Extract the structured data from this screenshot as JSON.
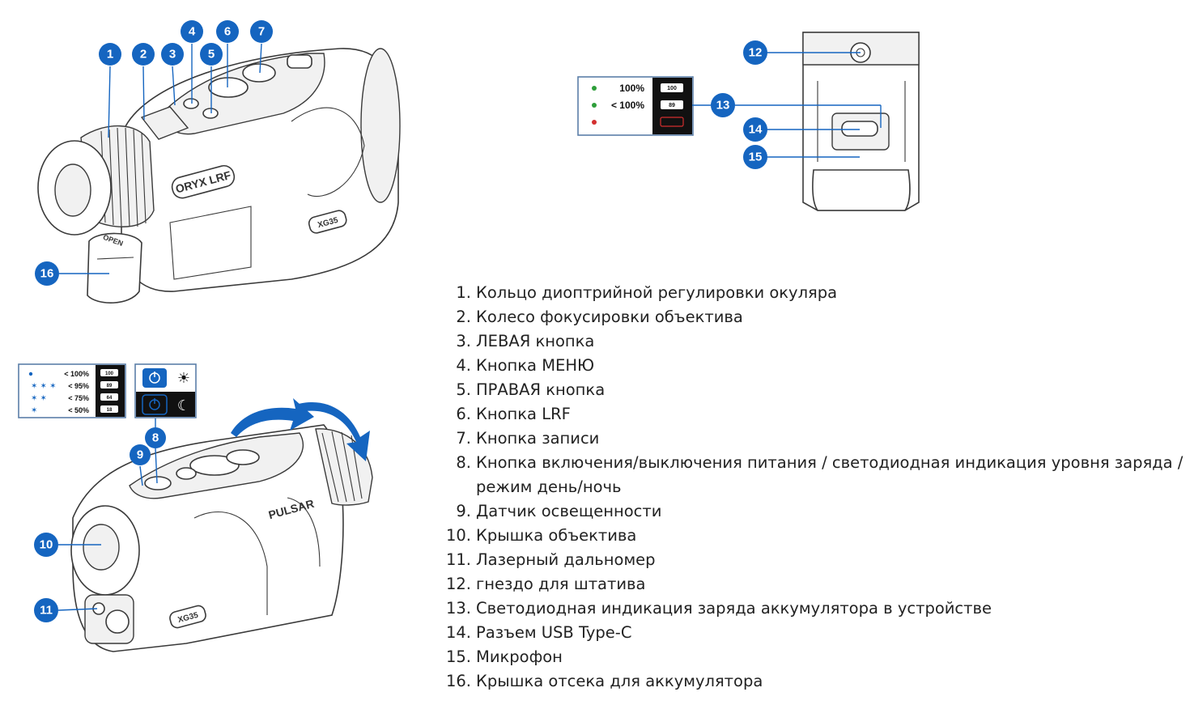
{
  "callouts": {
    "c1": "1",
    "c2": "2",
    "c3": "3",
    "c4": "4",
    "c5": "5",
    "c6": "6",
    "c7": "7",
    "c8": "8",
    "c9": "9",
    "c10": "10",
    "c11": "11",
    "c12": "12",
    "c13": "13",
    "c14": "14",
    "c15": "15",
    "c16": "16"
  },
  "device_labels": {
    "model_top": "ORYX LRF",
    "model_code_top": "XG35",
    "open_label": "OPEN",
    "brand": "PULSAR",
    "model_code_bottom": "XG35"
  },
  "battery_indicator_internal": {
    "rows": [
      {
        "label": "100%",
        "badge": "100",
        "led": "#2e9e3a"
      },
      {
        "label": "< 100%",
        "badge": "89",
        "led": "#2e9e3a"
      },
      {
        "label": "",
        "badge": "",
        "led": "#d32f2f"
      }
    ]
  },
  "battery_indicator_external": {
    "rows": [
      {
        "label": "< 100%",
        "badge": "100"
      },
      {
        "label": "< 95%",
        "badge": "89"
      },
      {
        "label": "< 75%",
        "badge": "64"
      },
      {
        "label": "< 50%",
        "badge": "18"
      }
    ]
  },
  "colors": {
    "accent": "#1565c0",
    "led_green": "#2e9e3a",
    "led_red": "#d32f2f",
    "led_blue": "#1565c0"
  },
  "legend": [
    {
      "num": "1.",
      "text": "Кольцо диоптрийной регулировки окуляра"
    },
    {
      "num": "2.",
      "text": "Колесо фокусировки объектива"
    },
    {
      "num": "3.",
      "text": "ЛЕВАЯ кнопка"
    },
    {
      "num": "4.",
      "text": "Кнопка МЕНЮ"
    },
    {
      "num": "5.",
      "text": "ПРАВАЯ кнопка"
    },
    {
      "num": "6.",
      "text": "Кнопка LRF"
    },
    {
      "num": "7.",
      "text": "Кнопка записи"
    },
    {
      "num": "8.",
      "text": "Кнопка включения/выключения питания / светодиодная индикация уровня заряда /"
    },
    {
      "num": "",
      "text": "режим день/ночь"
    },
    {
      "num": "9.",
      "text": "Датчик освещенности"
    },
    {
      "num": "10.",
      "text": "Крышка объектива"
    },
    {
      "num": "11.",
      "text": "Лазерный дальномер"
    },
    {
      "num": "12.",
      "text": "гнездо для штатива"
    },
    {
      "num": "13.",
      "text": "Светодиодная индикация заряда аккумулятора в устройстве"
    },
    {
      "num": "14.",
      "text": "Разъем USB Type-C"
    },
    {
      "num": "15.",
      "text": "Микрофон"
    },
    {
      "num": "16.",
      "text": "Крышка отсека для аккумулятора"
    }
  ]
}
